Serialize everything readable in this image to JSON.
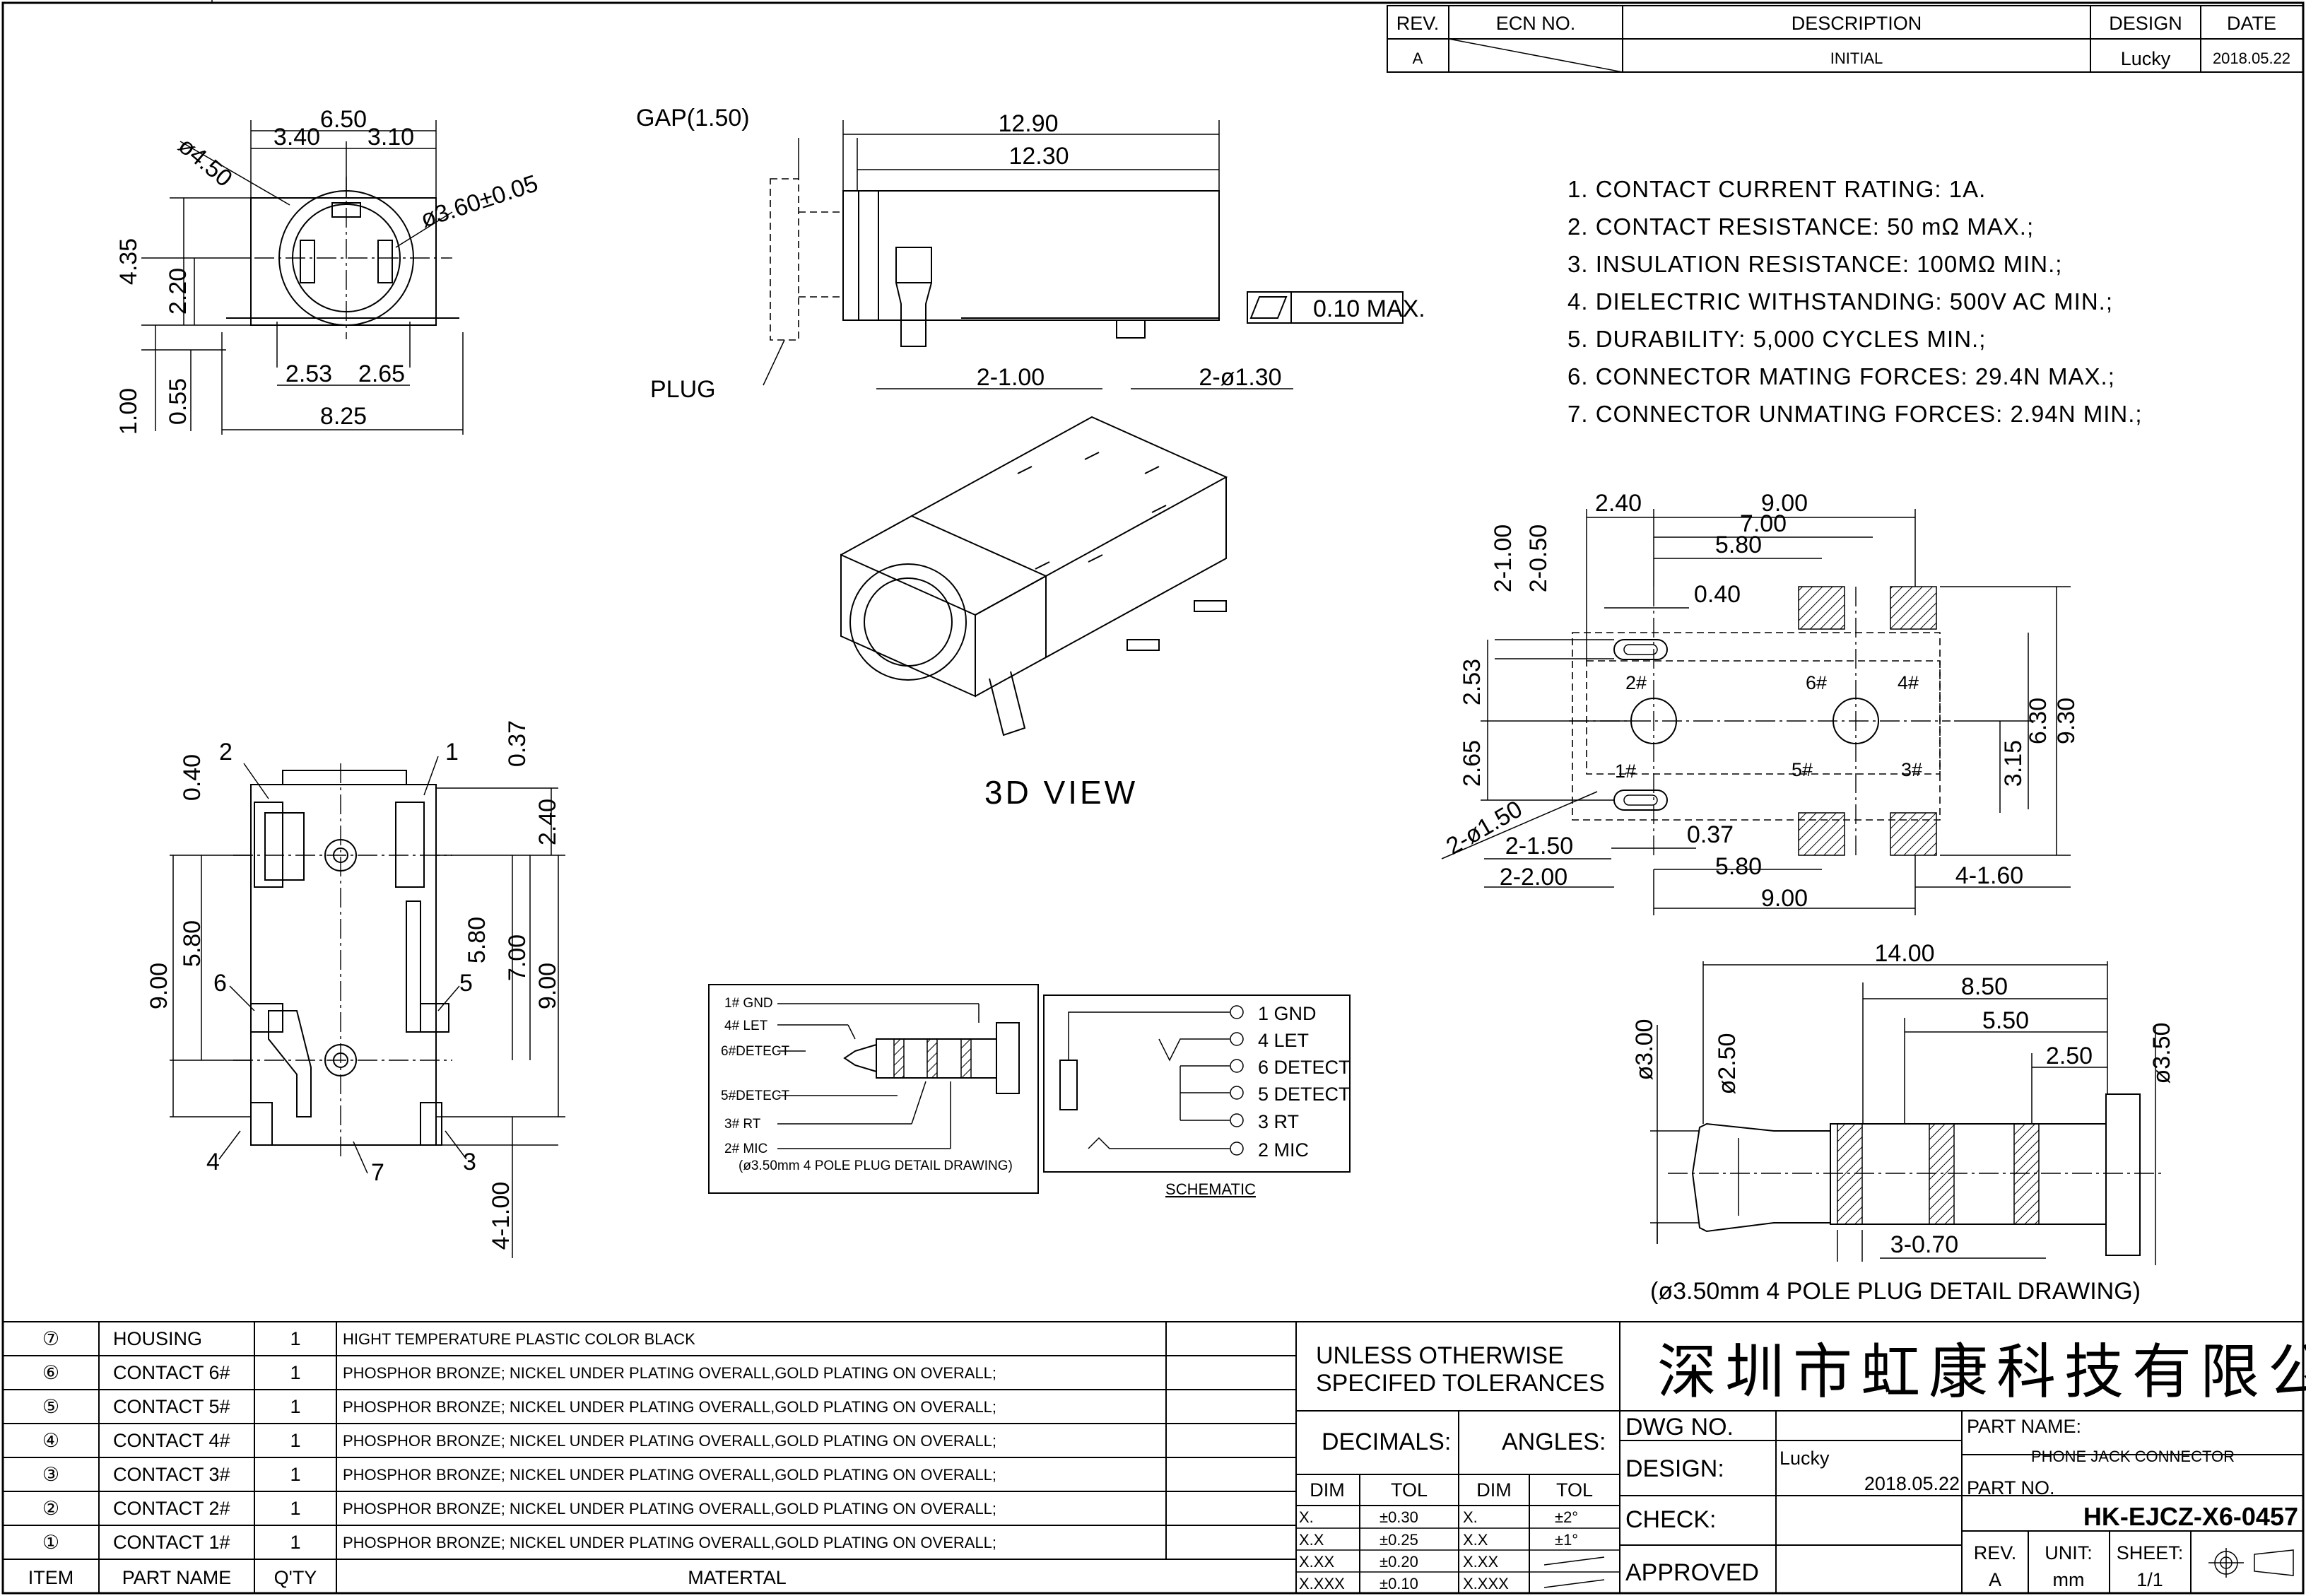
{
  "revision_block": {
    "headers": [
      "REV.",
      "ECN NO.",
      "DESCRIPTION",
      "DESIGN",
      "DATE"
    ],
    "row": {
      "rev": "A",
      "description": "INITIAL",
      "design": "Lucky",
      "date": "2018.05.22"
    }
  },
  "notes": [
    "1. CONTACT CURRENT RATING: 1A.",
    "2. CONTACT RESISTANCE: 50 mΩ MAX.;",
    "3. INSULATION RESISTANCE: 100MΩ MIN.;",
    "4. DIELECTRIC WITHSTANDING: 500V AC MIN.;",
    "5. DURABILITY: 5,000 CYCLES MIN.;",
    "6. CONNECTOR MATING FORCES: 29.4N   MAX.;",
    "7. CONNECTOR UNMATING FORCES: 2.94N MIN.;"
  ],
  "front_view": {
    "dims": [
      "6.50",
      "3.40",
      "3.10",
      "ø4.50",
      "ø3.60±0.05",
      "4.35",
      "2.20",
      "2.53",
      "2.65",
      "1.00",
      "0.55",
      "8.25"
    ]
  },
  "side_view": {
    "gap_label": "GAP(1.50)",
    "plug_label": "PLUG",
    "dims": [
      "12.90",
      "12.30",
      "2-1.00",
      "2-ø1.30"
    ],
    "flatness": "0.10 MAX."
  },
  "iso_view": {
    "label": "3D VIEW"
  },
  "top_view": {
    "dims": [
      "0.40",
      "0.37",
      "2.40",
      "5.80",
      "9.00",
      "5.80",
      "7.00",
      "9.00",
      "4-1.00"
    ],
    "callouts": [
      "1",
      "2",
      "3",
      "4",
      "5",
      "6",
      "7"
    ]
  },
  "footprint": {
    "dims_top": [
      "2.40",
      "9.00",
      "7.00",
      "5.80",
      "0.40"
    ],
    "dims_left": [
      "2-1.00",
      "2-0.50",
      "2.53",
      "2.65",
      "2-ø1.50"
    ],
    "dims_right": [
      "3.15",
      "6.30",
      "9.30"
    ],
    "dims_bottom": [
      "0.37",
      "2-1.50",
      "5.80",
      "2-2.00",
      "9.00",
      "4-1.60"
    ],
    "pins": [
      "2#",
      "6#",
      "4#",
      "1#",
      "5#",
      "3#"
    ]
  },
  "plug_detail_small": {
    "labels": [
      "1# GND",
      "4# LET",
      "6#DETECT",
      "5#DETECT",
      "3# RT",
      "2# MIC"
    ],
    "caption": "(ø3.50mm 4 POLE PLUG DETAIL DRAWING)"
  },
  "schematic": {
    "pins": [
      "1 GND",
      "4 LET",
      "6 DETECT",
      "5 DETECT",
      "3 RT",
      "2 MIC"
    ],
    "caption": "SCHEMATIC"
  },
  "plug_detail": {
    "dims": [
      "14.00",
      "8.50",
      "5.50",
      "2.50",
      "ø3.00",
      "ø2.50",
      "ø3.50",
      "3-0.70"
    ],
    "caption": "(ø3.50mm 4 POLE PLUG DETAIL DRAWING)"
  },
  "bom": {
    "headers": [
      "ITEM",
      "PART NAME",
      "Q'TY",
      "MATERTAL"
    ],
    "rows": [
      {
        "item": "⑦",
        "name": "HOUSING",
        "qty": "1",
        "material": "HIGHT TEMPERATURE PLASTIC   COLOR BLACK"
      },
      {
        "item": "⑥",
        "name": "CONTACT 6#",
        "qty": "1",
        "material": "PHOSPHOR BRONZE; NICKEL UNDER PLATING OVERALL,GOLD PLATING ON OVERALL;"
      },
      {
        "item": "⑤",
        "name": "CONTACT 5#",
        "qty": "1",
        "material": "PHOSPHOR BRONZE; NICKEL UNDER PLATING OVERALL,GOLD PLATING ON OVERALL;"
      },
      {
        "item": "④",
        "name": "CONTACT 4#",
        "qty": "1",
        "material": "PHOSPHOR BRONZE; NICKEL UNDER PLATING OVERALL,GOLD PLATING ON OVERALL;"
      },
      {
        "item": "③",
        "name": "CONTACT 3#",
        "qty": "1",
        "material": "PHOSPHOR BRONZE; NICKEL UNDER PLATING OVERALL,GOLD PLATING ON OVERALL;"
      },
      {
        "item": "②",
        "name": "CONTACT 2#",
        "qty": "1",
        "material": "PHOSPHOR BRONZE; NICKEL UNDER PLATING OVERALL,GOLD PLATING ON OVERALL;"
      },
      {
        "item": "①",
        "name": "CONTACT 1#",
        "qty": "1",
        "material": "PHOSPHOR BRONZE; NICKEL UNDER PLATING OVERALL,GOLD PLATING ON OVERALL;"
      }
    ]
  },
  "tolerance_block": {
    "title_line1": "UNLESS OTHERWISE",
    "title_line2": "SPECIFED TOLERANCES",
    "decimals": "DECIMALS:",
    "angles": "ANGLES:",
    "col_dim": "DIM",
    "col_tol": "TOL",
    "decimal_rows": [
      [
        "X.",
        "±0.30"
      ],
      [
        "X.X",
        "±0.25"
      ],
      [
        "X.XX",
        "±0.20"
      ],
      [
        "X.XXX",
        "±0.10"
      ]
    ],
    "angle_rows": [
      [
        "X.",
        "±2°"
      ],
      [
        "X.X",
        "±1°"
      ],
      [
        "X.XX",
        ""
      ],
      [
        "X.XXX",
        ""
      ]
    ]
  },
  "title_block": {
    "company": "深圳市虹康科技有限公司",
    "dwg_no_label": "DWG NO.",
    "design_label": "DESIGN:",
    "designer": "Lucky",
    "design_date": "2018.05.22",
    "check_label": "CHECK:",
    "approved_label": "APPROVED",
    "part_name_label": "PART NAME:",
    "part_name": "PHONE JACK CONNECTOR",
    "part_no_label": "PART NO.",
    "part_no": "HK-EJCZ-X6-0457",
    "rev_label": "REV.",
    "rev": "A",
    "unit_label": "UNIT:",
    "unit": "mm",
    "sheet_label": "SHEET:",
    "sheet": "1/1"
  }
}
